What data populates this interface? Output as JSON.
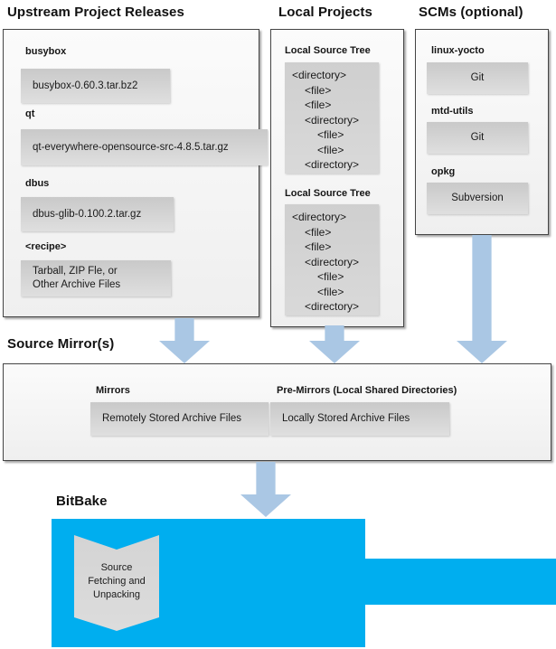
{
  "colors": {
    "bitbake_blue": "#00aeef",
    "arrow_blue": "#aac7e4",
    "panel_border": "#454545",
    "chip_gray": "#d9d9d9"
  },
  "upstream": {
    "title": "Upstream Project Releases",
    "items": [
      {
        "label": "busybox",
        "box": "busybox-0.60.3.tar.bz2"
      },
      {
        "label": "qt",
        "box": "qt-everywhere-opensource-src-4.8.5.tar.gz"
      },
      {
        "label": "dbus",
        "box": "dbus-glib-0.100.2.tar.gz"
      },
      {
        "label": "<recipe>",
        "box": "Tarball, ZIP Fle, or\nOther Archive Files"
      }
    ]
  },
  "local_projects": {
    "title": "Local Projects",
    "trees": [
      {
        "label": "Local Source Tree",
        "lines": [
          {
            "text": "<directory>",
            "indent": 0
          },
          {
            "text": "<file>",
            "indent": 1
          },
          {
            "text": "<file>",
            "indent": 1
          },
          {
            "text": "<directory>",
            "indent": 1
          },
          {
            "text": "<file>",
            "indent": 2
          },
          {
            "text": "<file>",
            "indent": 2
          },
          {
            "text": "<directory>",
            "indent": 1
          }
        ]
      },
      {
        "label": "Local Source Tree",
        "lines": [
          {
            "text": "<directory>",
            "indent": 0
          },
          {
            "text": "<file>",
            "indent": 1
          },
          {
            "text": "<file>",
            "indent": 1
          },
          {
            "text": "<directory>",
            "indent": 1
          },
          {
            "text": "<file>",
            "indent": 2
          },
          {
            "text": "<file>",
            "indent": 2
          },
          {
            "text": "<directory>",
            "indent": 1
          }
        ]
      }
    ]
  },
  "scms": {
    "title": "SCMs (optional)",
    "items": [
      {
        "label": "linux-yocto",
        "box": "Git"
      },
      {
        "label": "mtd-utils",
        "box": "Git"
      },
      {
        "label": "opkg",
        "box": "Subversion"
      }
    ]
  },
  "source_mirrors": {
    "title": "Source Mirror(s)",
    "sections": [
      {
        "label": "Mirrors",
        "box": "Remotely Stored Archive Files"
      },
      {
        "label": "Pre-Mirrors (Local Shared Directories)",
        "box": "Locally Stored Archive Files"
      }
    ]
  },
  "bitbake": {
    "title": "BitBake",
    "process": "Source\nFetching and\nUnpacking"
  }
}
